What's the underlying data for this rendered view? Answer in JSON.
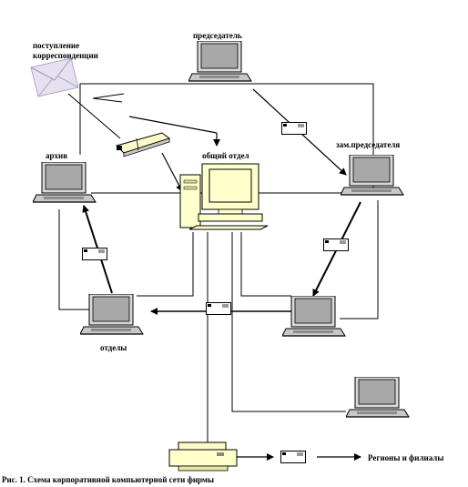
{
  "labels": {
    "chairman": "председатель",
    "mail_line1": "поступление",
    "mail_line2": "корреспонденции",
    "archive": "архив",
    "general_dept": "общий отдел",
    "vice_chairman": "зам.председателя",
    "departments": "отделы",
    "regions": "Регионы и филиалы"
  },
  "caption": "Рис. 1. Схема корпоративной компьютерной сети фирмы",
  "colors": {
    "line": "#000000",
    "screen": "#a8a8a8",
    "laptop_body": "#d4d4d4",
    "pc_beige": "#ffffcc",
    "envelope": "#e6e0f0"
  }
}
